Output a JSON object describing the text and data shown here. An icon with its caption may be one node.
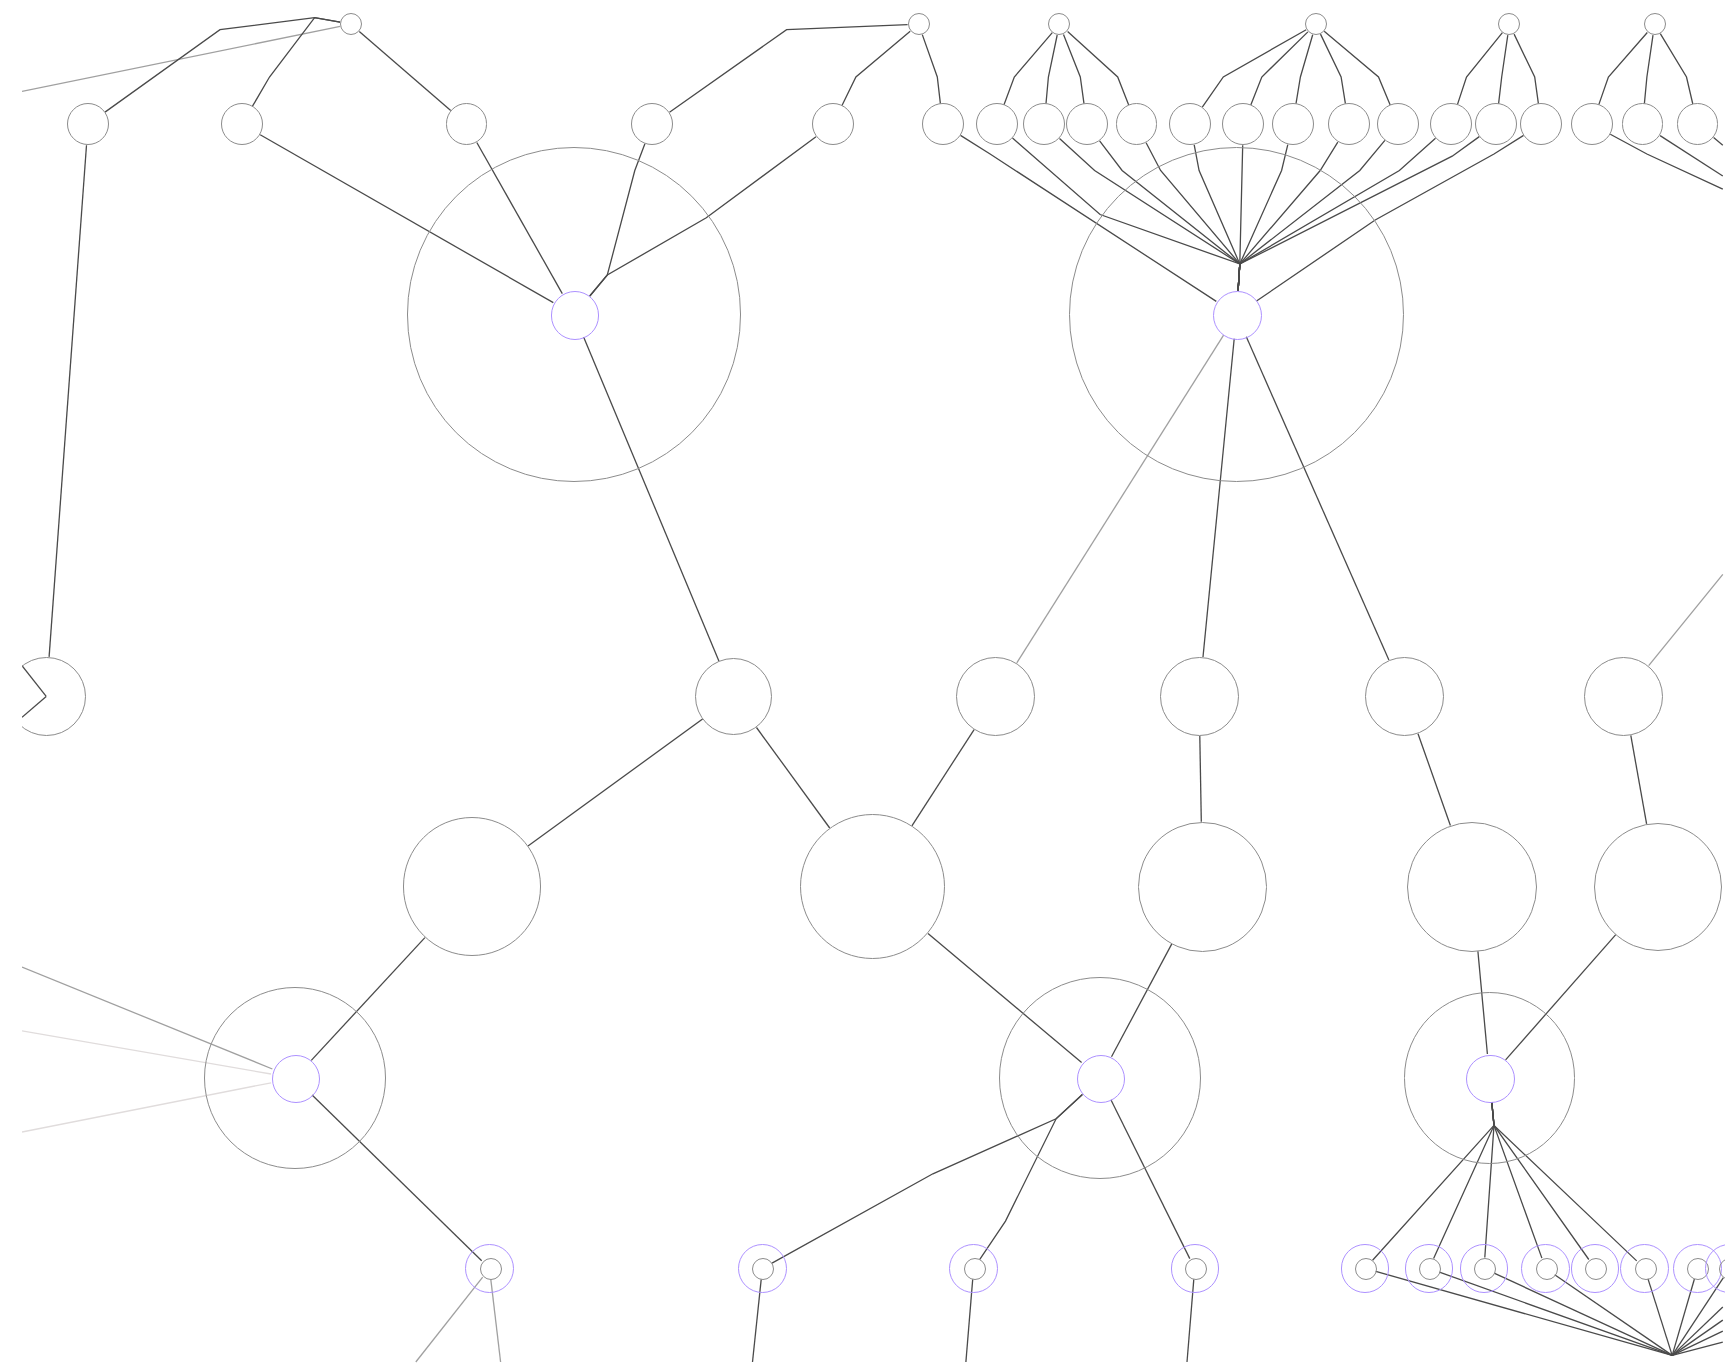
{
  "diagram": {
    "nodes": [
      {
        "text": [],
        "shape": "circle"
      },
      {
        "text": [],
        "shape": "circle"
      },
      {
        "text": [],
        "shape": "circle"
      },
      {
        "text": [],
        "shape": "circle"
      },
      {
        "text": [],
        "shape": "circle"
      },
      {
        "text": [],
        "shape": "circle"
      },
      {
        "text": [],
        "shape": "circle"
      },
      {
        "text": [],
        "shape": "circle"
      },
      {
        "text": [],
        "shape": "circle"
      },
      {
        "text": [],
        "shape": "circle"
      },
      {
        "text": [],
        "shape": "circle"
      },
      {
        "text": [],
        "shape": "circle"
      },
      {
        "text": [],
        "shape": "circle"
      },
      {
        "text": [],
        "shape": "circle"
      },
      {
        "text": [],
        "shape": "circle"
      },
      {
        "text": [],
        "shape": "circle"
      },
      {
        "text": [],
        "shape": "circle"
      },
      {
        "text": [],
        "shape": "circle"
      },
      {
        "text": [],
        "shape": "circle"
      },
      {
        "text": [],
        "shape": "circle"
      },
      {
        "text": [],
        "shape": "circle"
      },
      {
        "text": [],
        "shape": "circle"
      },
      {
        "text": [],
        "shape": "circle"
      },
      {
        "text": [],
        "shape": "circle"
      },
      {
        "text": [],
        "shape": "circle"
      },
      {
        "text": [],
        "shape": "circle"
      },
      {
        "text": [],
        "shape": "circle"
      },
      {
        "text": [],
        "shape": "circle"
      },
      {
        "text": [],
        "shape": "circle",
        "in": 27
      },
      {
        "text": [],
        "shape": "circle"
      },
      {
        "text": [],
        "shape": "circle",
        "in": 29
      },
      {
        "text": [],
        "shape": "circle"
      },
      {
        "text": [],
        "shape": "circle"
      },
      {
        "text": [],
        "shape": "circle"
      },
      {
        "text": [],
        "shape": "circle"
      },
      {
        "text": [],
        "shape": "circle"
      },
      {
        "text": [],
        "shape": "circle"
      },
      {
        "text": [],
        "shape": "circle"
      },
      {
        "text": [],
        "shape": "circle"
      },
      {
        "text": [],
        "shape": "circle"
      },
      {
        "text": [],
        "shape": "circle"
      },
      {
        "text": [],
        "shape": "circle"
      },
      {
        "text": [],
        "shape": "circle"
      },
      {
        "text": [],
        "shape": "circle",
        "in": 42
      },
      {
        "text": [],
        "shape": "circle"
      },
      {
        "text": [],
        "shape": "circle",
        "in": 44
      },
      {
        "text": [],
        "shape": "circle"
      },
      {
        "text": [],
        "shape": "circle",
        "in": 46
      },
      {
        "text": [],
        "shape": "circle"
      },
      {
        "text": [],
        "shape": "circle",
        "in": 48
      },
      {
        "text": [],
        "shape": "circle"
      },
      {
        "text": [],
        "shape": "circle",
        "in": 50
      },
      {
        "text": [],
        "shape": "circle"
      },
      {
        "text": [],
        "shape": "circle",
        "in": 52
      },
      {
        "text": [],
        "shape": "circle"
      },
      {
        "text": [],
        "shape": "circle",
        "in": 54
      },
      {
        "text": [],
        "shape": "circle"
      },
      {
        "text": [],
        "shape": "circle",
        "in": 56
      },
      {
        "text": [],
        "shape": "circle"
      },
      {
        "text": [],
        "shape": "circle",
        "in": 58
      },
      {
        "text": [],
        "shape": "circle"
      },
      {
        "text": [],
        "shape": "circle",
        "in": 60
      },
      {
        "text": [],
        "shape": "circle"
      },
      {
        "text": [],
        "shape": "circle",
        "in": 62
      },
      {
        "text": [],
        "shape": "circle"
      },
      {
        "text": [],
        "shape": "circle",
        "in": 64
      },
      {
        "text": [],
        "shape": "circle"
      },
      {
        "text": [],
        "shape": "circle",
        "in": 66
      },
      {
        "text": [],
        "shape": "circle"
      },
      {
        "text": [],
        "shape": "circle",
        "in": 68
      },
      {
        "text": [],
        "shape": "circle"
      },
      {
        "text": [],
        "shape": "circle",
        "in": 70
      }
    ],
    "edges": [
      {
        "from": null,
        "to": 0,
        "arrow": "none",
        "color": "#a0a0a0"
      },
      {
        "from": 6,
        "to": 0,
        "arrow": "none"
      },
      {
        "from": 7,
        "to": 0,
        "arrow": "none"
      },
      {
        "from": 8,
        "to": 0,
        "arrow": "none"
      },
      {
        "from": 6,
        "to": 31,
        "arrow": "none"
      },
      {
        "from": null,
        "to": 31,
        "arrow": "none"
      },
      {
        "from": null,
        "to": 31,
        "arrow": "none"
      },
      {
        "from": 7,
        "to": 28,
        "arrow": "none"
      },
      {
        "from": 8,
        "to": 28,
        "arrow": "none"
      },
      {
        "from": 9,
        "to": 28,
        "arrow": "none"
      },
      {
        "from": 10,
        "to": 28,
        "arrow": "none"
      },
      {
        "from": 9,
        "to": 1,
        "arrow": "none"
      },
      {
        "from": 10,
        "to": 1,
        "arrow": "none"
      },
      {
        "from": 11,
        "to": 1,
        "arrow": "none"
      },
      {
        "from": 12,
        "to": 2,
        "arrow": "none"
      },
      {
        "from": 13,
        "to": 2,
        "arrow": "none"
      },
      {
        "from": 14,
        "to": 2,
        "arrow": "none"
      },
      {
        "from": 15,
        "to": 2,
        "arrow": "none"
      },
      {
        "from": 16,
        "to": 3,
        "arrow": "none"
      },
      {
        "from": 17,
        "to": 3,
        "arrow": "none"
      },
      {
        "from": 18,
        "to": 3,
        "arrow": "none"
      },
      {
        "from": 19,
        "to": 3,
        "arrow": "none"
      },
      {
        "from": 20,
        "to": 3,
        "arrow": "none"
      },
      {
        "from": 21,
        "to": 4,
        "arrow": "none"
      },
      {
        "from": 22,
        "to": 4,
        "arrow": "none"
      },
      {
        "from": 23,
        "to": 4,
        "arrow": "none"
      },
      {
        "from": 24,
        "to": 5,
        "arrow": "none"
      },
      {
        "from": 25,
        "to": 5,
        "arrow": "none"
      },
      {
        "from": 26,
        "to": 5,
        "arrow": "none"
      },
      {
        "from": 11,
        "to": 30,
        "arrow": "none"
      },
      {
        "from": 12,
        "to": 30,
        "arrow": "none"
      },
      {
        "from": 13,
        "to": 30,
        "arrow": "none"
      },
      {
        "from": 14,
        "to": 30,
        "arrow": "none"
      },
      {
        "from": 15,
        "to": 30,
        "arrow": "none"
      },
      {
        "from": 16,
        "to": 30,
        "arrow": "none"
      },
      {
        "from": 17,
        "to": 30,
        "arrow": "none"
      },
      {
        "from": 18,
        "to": 30,
        "arrow": "none"
      },
      {
        "from": 19,
        "to": 30,
        "arrow": "none"
      },
      {
        "from": 20,
        "to": 30,
        "arrow": "none"
      },
      {
        "from": 21,
        "to": 30,
        "arrow": "none"
      },
      {
        "from": 22,
        "to": 30,
        "arrow": "none"
      },
      {
        "from": 23,
        "to": 30,
        "arrow": "none"
      },
      {
        "from": 24,
        "to": null,
        "arrow": "none"
      },
      {
        "from": 25,
        "to": null,
        "arrow": "none"
      },
      {
        "from": 26,
        "to": null,
        "arrow": "none"
      },
      {
        "from": 28,
        "to": 32,
        "arrow": "none"
      },
      {
        "from": 32,
        "to": 37,
        "arrow": "none"
      },
      {
        "from": 37,
        "to": 43,
        "arrow": "none"
      },
      {
        "from": 32,
        "to": 38,
        "arrow": "none"
      },
      {
        "from": 38,
        "to": 33,
        "arrow": "none"
      },
      {
        "from": 33,
        "to": 30,
        "arrow": "none",
        "color": "#a0a0a0"
      },
      {
        "from": 38,
        "to": 45,
        "arrow": "none"
      },
      {
        "from": 30,
        "to": 34,
        "arrow": "none"
      },
      {
        "from": 34,
        "to": 39,
        "arrow": "none"
      },
      {
        "from": 39,
        "to": 45,
        "arrow": "none"
      },
      {
        "from": 30,
        "to": 35,
        "arrow": "none"
      },
      {
        "from": 35,
        "to": 40,
        "arrow": "none"
      },
      {
        "from": 40,
        "to": 47,
        "arrow": "none"
      },
      {
        "from": 36,
        "to": 41,
        "arrow": "none"
      },
      {
        "from": 41,
        "to": 47,
        "arrow": "none"
      },
      {
        "from": 36,
        "to": null,
        "arrow": "none",
        "color": "#a0a0a0"
      },
      {
        "from": null,
        "to": 43,
        "arrow": "none",
        "color": "#a0a0a0"
      },
      {
        "from": null,
        "to": 43,
        "arrow": "none",
        "color": "#e0dcdc"
      },
      {
        "from": null,
        "to": 43,
        "arrow": "none",
        "color": "#e0dcdc"
      },
      {
        "from": 43,
        "to": 49,
        "arrow": "none"
      },
      {
        "from": 49,
        "to": null,
        "arrow": "none",
        "color": "#a0a0a0"
      },
      {
        "from": 49,
        "to": null,
        "arrow": "none",
        "color": "#a0a0a0"
      },
      {
        "from": 45,
        "to": 51,
        "arrow": "none"
      },
      {
        "from": 45,
        "to": 53,
        "arrow": "none"
      },
      {
        "from": 45,
        "to": 55,
        "arrow": "none"
      },
      {
        "from": 51,
        "to": null,
        "arrow": "none"
      },
      {
        "from": 53,
        "to": null,
        "arrow": "none"
      },
      {
        "from": 55,
        "to": null,
        "arrow": "none"
      },
      {
        "from": 47,
        "to": 57,
        "arrow": "none"
      },
      {
        "from": 47,
        "to": 59,
        "arrow": "none"
      },
      {
        "from": 47,
        "to": 61,
        "arrow": "none"
      },
      {
        "from": 47,
        "to": 63,
        "arrow": "none"
      },
      {
        "from": 47,
        "to": 65,
        "arrow": "none"
      },
      {
        "from": 47,
        "to": 67,
        "arrow": "none"
      },
      {
        "from": 57,
        "to": null,
        "arrow": "none"
      },
      {
        "from": 59,
        "to": null,
        "arrow": "none"
      },
      {
        "from": 61,
        "to": null,
        "arrow": "none"
      },
      {
        "from": 63,
        "to": null,
        "arrow": "none"
      },
      {
        "from": 67,
        "to": null,
        "arrow": "none"
      },
      {
        "from": 69,
        "to": null,
        "arrow": "none"
      },
      {
        "from": 71,
        "to": null,
        "arrow": "none"
      }
    ]
  }
}
